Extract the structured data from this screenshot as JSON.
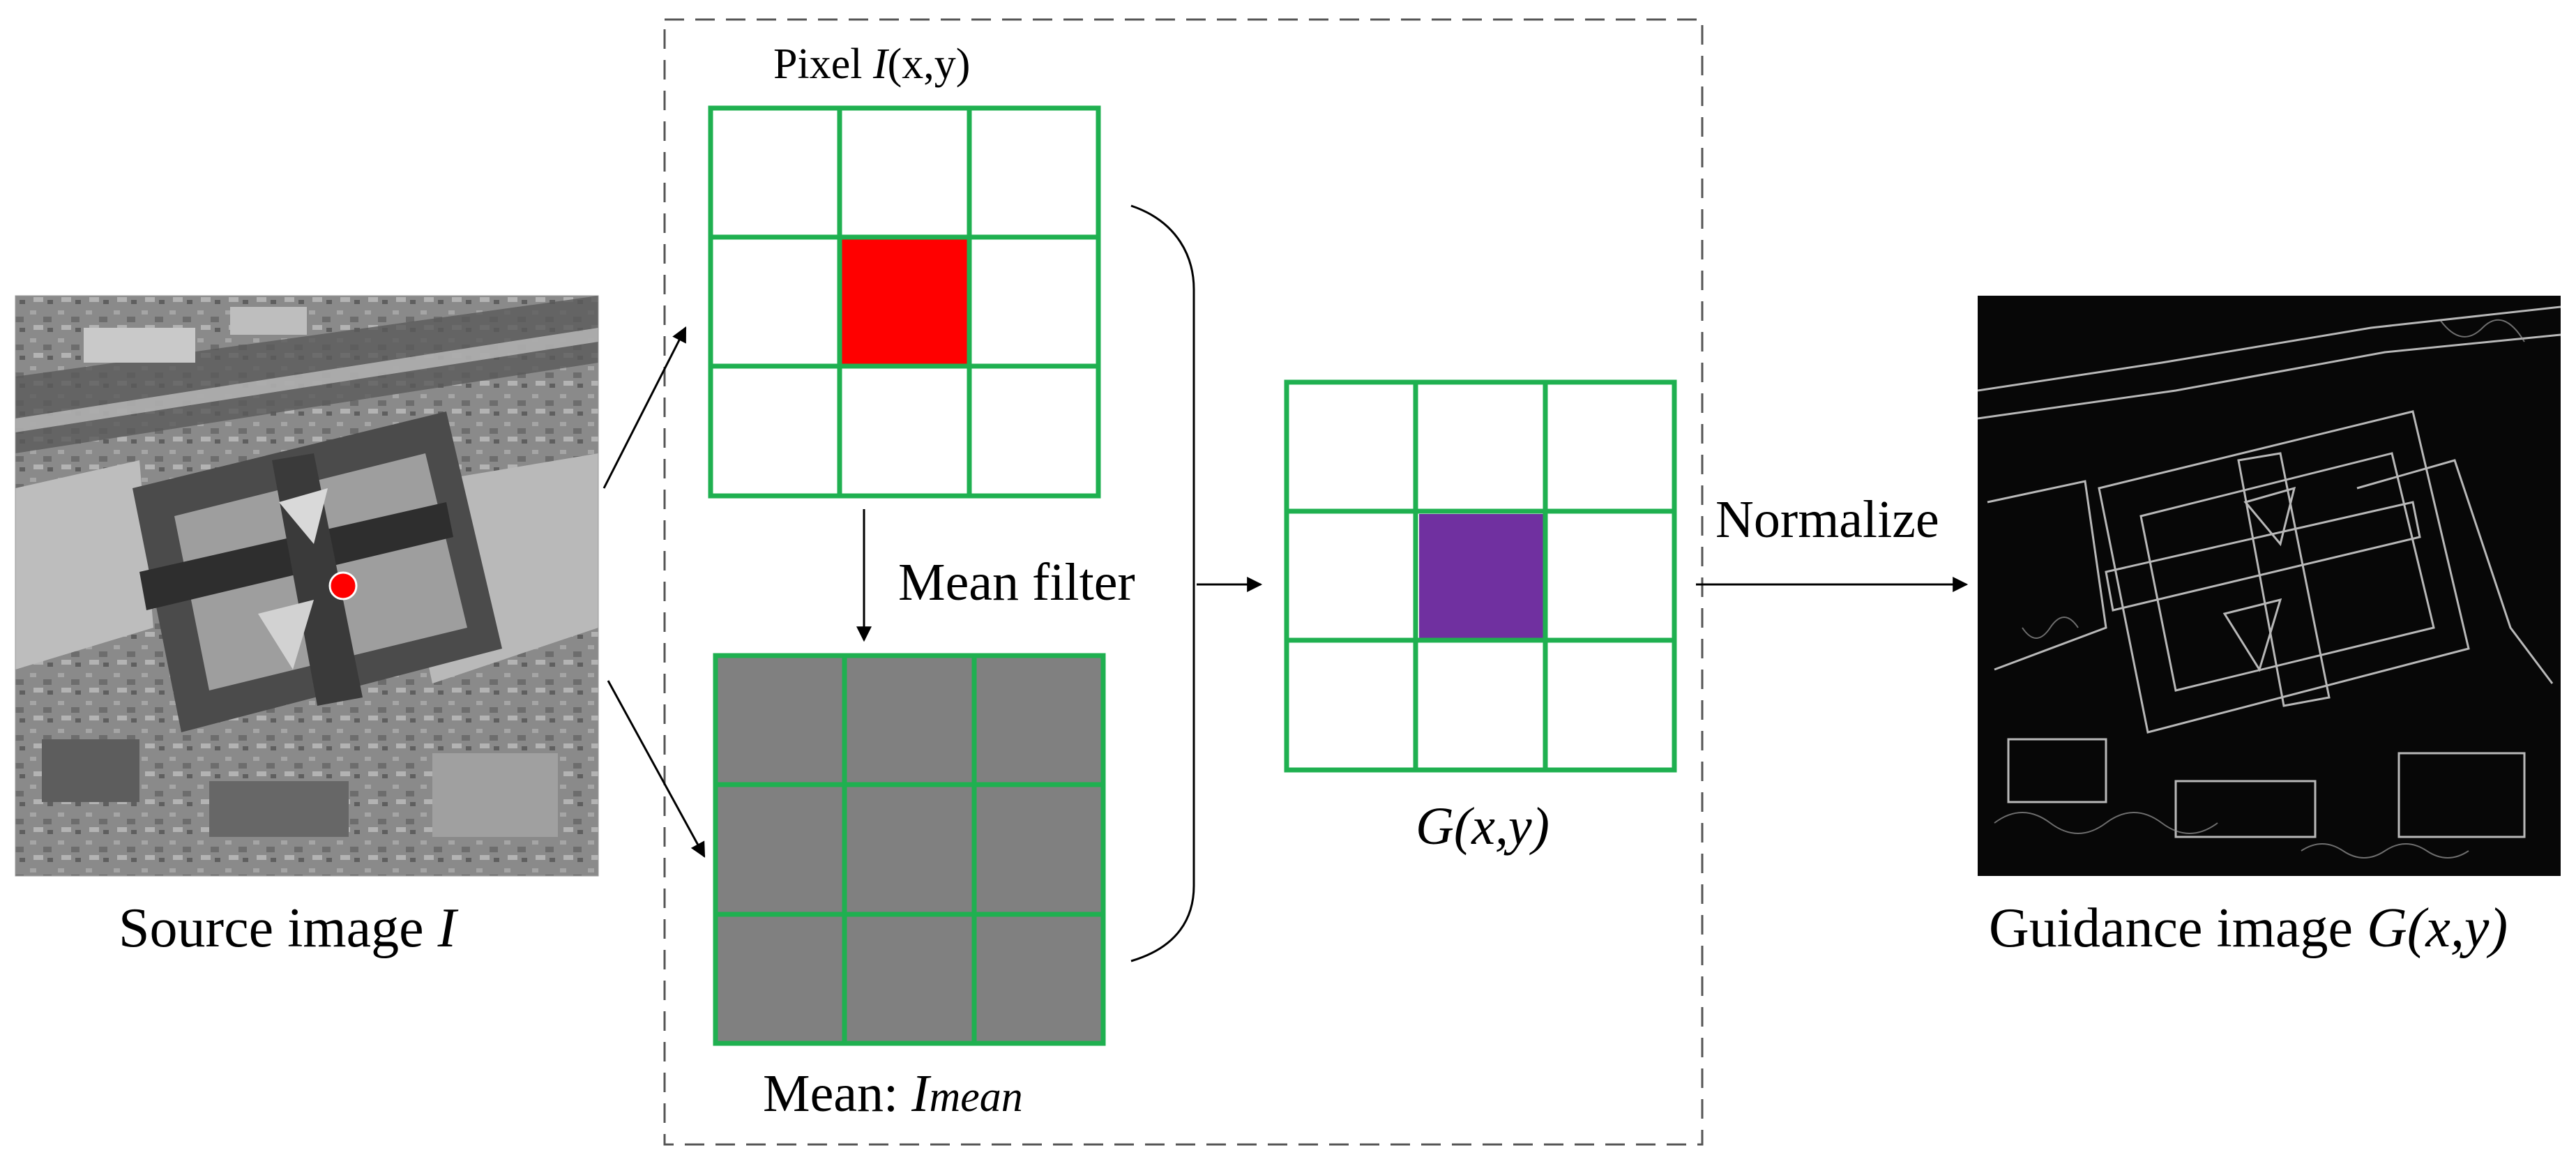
{
  "colors": {
    "grid_line": "#1fb050",
    "highlight_pixel": "#ff0000",
    "result_pixel": "#7030a0",
    "mean_fill": "#808080",
    "arrow": "#000000",
    "dashed_frame": "#555555"
  },
  "source": {
    "image_name": "aerial-grayscale-image",
    "caption_prefix": "Source image ",
    "caption_var": "I"
  },
  "pixel_grid": {
    "label_prefix": "Pixel ",
    "label_func": "I",
    "label_args": "(x,y)"
  },
  "mean_grid": {
    "label_prefix": "Mean: ",
    "label_var": "I",
    "label_sub": "mean"
  },
  "operation": {
    "mean_filter_label": "Mean filter",
    "normalize_label": "Normalize"
  },
  "result_grid": {
    "label_func": "G",
    "label_args": "(x,y)"
  },
  "guidance": {
    "image_name": "guidance-edge-image",
    "caption_prefix": "Guidance image ",
    "caption_func": "G",
    "caption_args": "(x,y)"
  }
}
